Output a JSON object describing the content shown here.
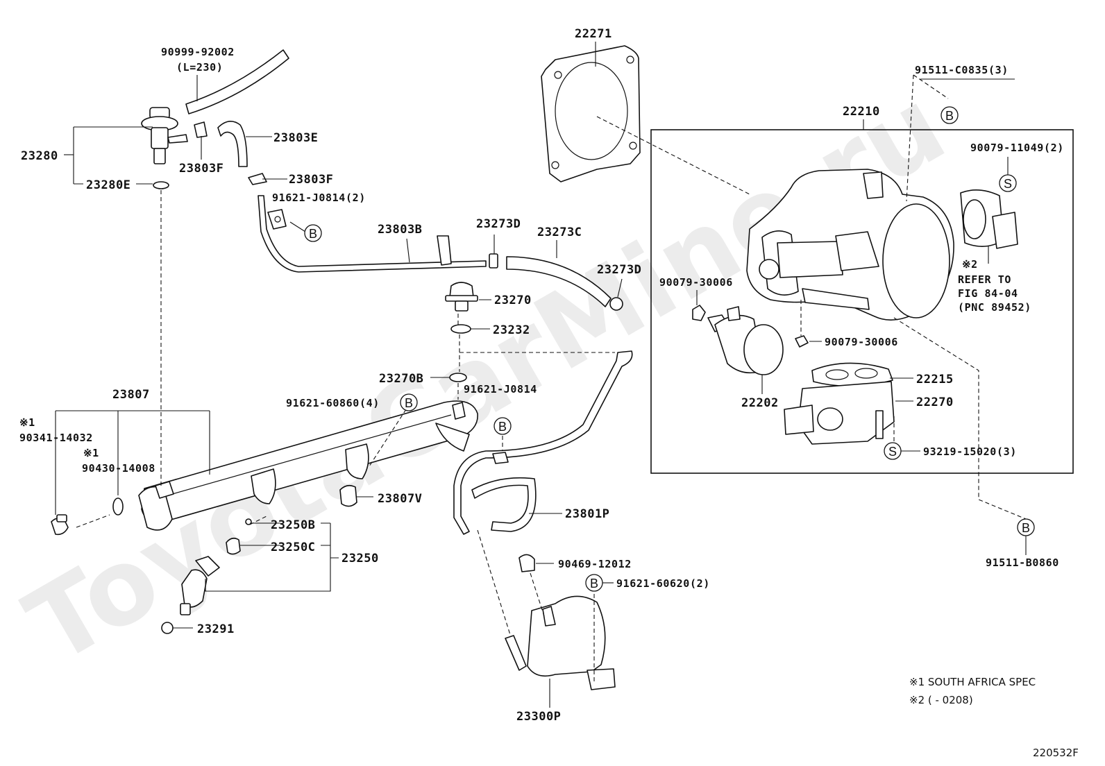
{
  "watermark": "ToyotaCarMine.ru",
  "figure_code": "220532F",
  "footnotes": [
    "※1 SOUTH AFRICA SPEC",
    "※2 (        - 0208)"
  ],
  "reference_note": {
    "mark": "※2",
    "lines": [
      "REFER TO",
      "FIG 84-04",
      "(PNC 89452)"
    ]
  },
  "markers": {
    "b": "B",
    "s": "S"
  },
  "callouts": {
    "p90999": "90999-92002",
    "p90999_len": "(L=230)",
    "p23280": "23280",
    "p23280E": "23280E",
    "p23803F_a": "23803F",
    "p23803E": "23803E",
    "p23803F_b": "23803F",
    "p91621J0814_2": "91621-J0814(2)",
    "p22271": "22271",
    "p91511C0835": "91511-C0835(3)",
    "p22210": "22210",
    "p90079_11049": "90079-11049(2)",
    "p23803B": "23803B",
    "p23273D_a": "23273D",
    "p23273C": "23273C",
    "p23273D_b": "23273D",
    "p23270": "23270",
    "p23232": "23232",
    "p23270B": "23270B",
    "p90079_30006_a": "90079-30006",
    "p90079_30006_b": "90079-30006",
    "p22202": "22202",
    "p22215": "22215",
    "p22270": "22270",
    "p93219": "93219-15020(3)",
    "p23807": "23807",
    "p91621_60860": "91621-60860(4)",
    "p91621J0814": "91621-J0814",
    "p90341_mark": "※1",
    "p90341": "90341-14032",
    "p90430_mark": "※1",
    "p90430": "90430-14008",
    "p23807V": "23807V",
    "p23801P": "23801P",
    "p23250B": "23250B",
    "p23250C": "23250C",
    "p23250": "23250",
    "p90469": "90469-12012",
    "p91621_60620": "91621-60620(2)",
    "p23291": "23291",
    "p23300P": "23300P",
    "p91511B0860": "91511-B0860"
  }
}
